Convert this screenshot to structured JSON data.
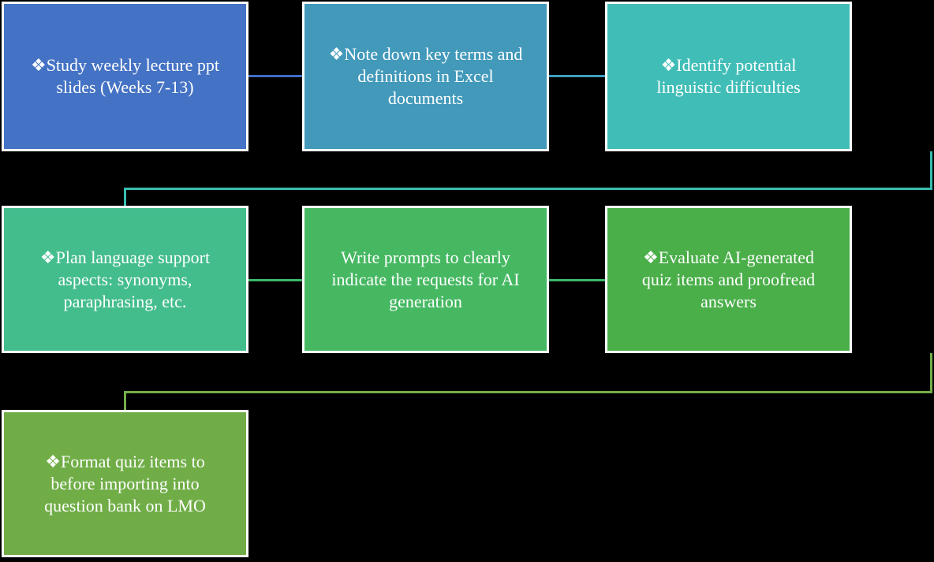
{
  "canvas": {
    "background": "#000000",
    "box_border_color": "#ffffff",
    "text_color": "#ffffff",
    "bullet_glyph": "❖"
  },
  "boxes": [
    {
      "step": 1,
      "text": "❖Study weekly lecture ppt\nslides (Weeks 7-13)",
      "color": "#4472C4"
    },
    {
      "step": 2,
      "text": "❖Note down key terms and\ndefinitions in Excel\ndocuments",
      "color": "#4299BA"
    },
    {
      "step": 3,
      "text": "❖Identify potential\nlinguistic difficulties",
      "color": "#41BDB7"
    },
    {
      "step": 4,
      "text": "❖Plan language support\naspects: synonyms,\nparaphrasing, etc.",
      "color": "#44BD8D"
    },
    {
      "step": 5,
      "text": "Write prompts to clearly\nindicate the requests for AI\ngeneration",
      "color": "#46B862"
    },
    {
      "step": 6,
      "text": "❖Evaluate AI-generated\nquiz items and proofread\nanswers",
      "color": "#4AAE49"
    },
    {
      "step": 7,
      "text": "❖Format quiz items to\nbefore importing into\nquestion bank on LMO",
      "color": "#70AD47"
    }
  ],
  "connectors": {
    "link_1_2": {
      "color": "#3E6EC6"
    },
    "link_2_3": {
      "color": "#3D9EBF"
    },
    "elbow_3_4": {
      "color": "#38BDB2"
    },
    "link_4_5": {
      "color": "#3BB768"
    },
    "link_5_6": {
      "color": "#3BB768"
    },
    "elbow_6_7": {
      "color": "#76AE49"
    }
  }
}
